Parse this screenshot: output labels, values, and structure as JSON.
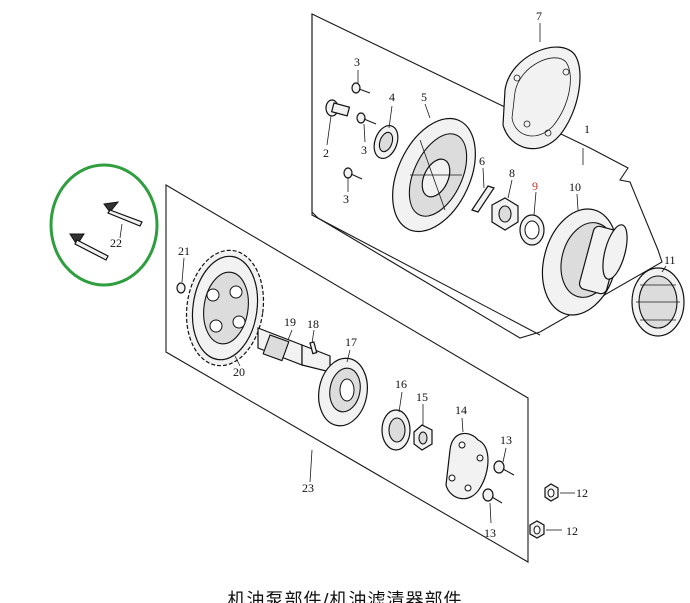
{
  "caption": "机油泵部件/机油滤清器部件",
  "labels": {
    "l1": "1",
    "l2": "2",
    "l3a": "3",
    "l3b": "3",
    "l3c": "3",
    "l4": "4",
    "l5": "5",
    "l6": "6",
    "l7": "7",
    "l8": "8",
    "l9": "9",
    "l10": "10",
    "l11": "11",
    "l12a": "12",
    "l12b": "12",
    "l13a": "13",
    "l13b": "13",
    "l14": "14",
    "l15": "15",
    "l16": "16",
    "l17": "17",
    "l18": "18",
    "l19": "19",
    "l20": "20",
    "l21": "21",
    "l22": "22",
    "l23": "23"
  },
  "colors": {
    "highlight_circle": "#2e9e3e",
    "label_red": "#c0392b"
  }
}
